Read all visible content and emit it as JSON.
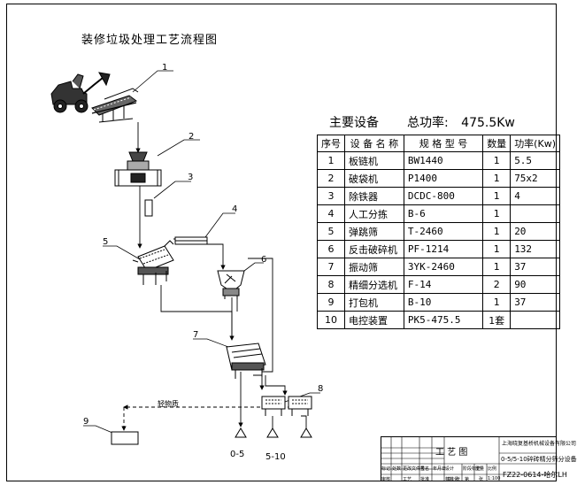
{
  "title": "装修垃圾处理工艺流程图",
  "equipment": {
    "heading": "主要设备",
    "power_label": "总功率:",
    "power_value": "475.5Kw",
    "columns": [
      "序号",
      "设 备 名 称",
      "规 格 型 号",
      "数量",
      "功率(Kw)"
    ],
    "rows": [
      {
        "no": "1",
        "name": "板链机",
        "model": "BW1440",
        "qty": "1",
        "power": "5.5"
      },
      {
        "no": "2",
        "name": "破袋机",
        "model": "P1400",
        "qty": "1",
        "power": "75x2"
      },
      {
        "no": "3",
        "name": "除铁器",
        "model": "DCDC-800",
        "qty": "1",
        "power": "4"
      },
      {
        "no": "4",
        "name": "人工分拣",
        "model": "B-6",
        "qty": "1",
        "power": ""
      },
      {
        "no": "5",
        "name": "弹跳筛",
        "model": "T-2460",
        "qty": "1",
        "power": "20"
      },
      {
        "no": "6",
        "name": "反击破碎机",
        "model": "PF-1214",
        "qty": "1",
        "power": "132"
      },
      {
        "no": "7",
        "name": "振动筛",
        "model": "3YK-2460",
        "qty": "1",
        "power": "37"
      },
      {
        "no": "8",
        "name": "精细分选机",
        "model": "F-14",
        "qty": "2",
        "power": "90"
      },
      {
        "no": "9",
        "name": "打包机",
        "model": "B-10",
        "qty": "1",
        "power": "37"
      },
      {
        "no": "10",
        "name": "电控装置",
        "model": "PK5-475.5",
        "qty": "1套",
        "power": ""
      }
    ]
  },
  "callouts": [
    "1",
    "2",
    "3",
    "4",
    "5",
    "6",
    "7",
    "8",
    "9"
  ],
  "flow_labels": {
    "light_material": "轻物质",
    "output_1": "0-5",
    "output_2": "5-10"
  },
  "title_block": {
    "drawing_name": "工 艺 图",
    "company": "上海晓复基桥机械设备有限公司",
    "product": "0-5/5-10碎砖精分筛分设备",
    "code": "FZ22-0614-哈尔LH",
    "small_labels": [
      "标记",
      "处数",
      "更改文件号",
      "签名",
      "年月日",
      "设计",
      "标准化",
      "审核",
      "工艺",
      "批准",
      "阶段标记",
      "重量",
      "比例",
      "1:100",
      "共",
      "张",
      "第",
      "张"
    ]
  }
}
